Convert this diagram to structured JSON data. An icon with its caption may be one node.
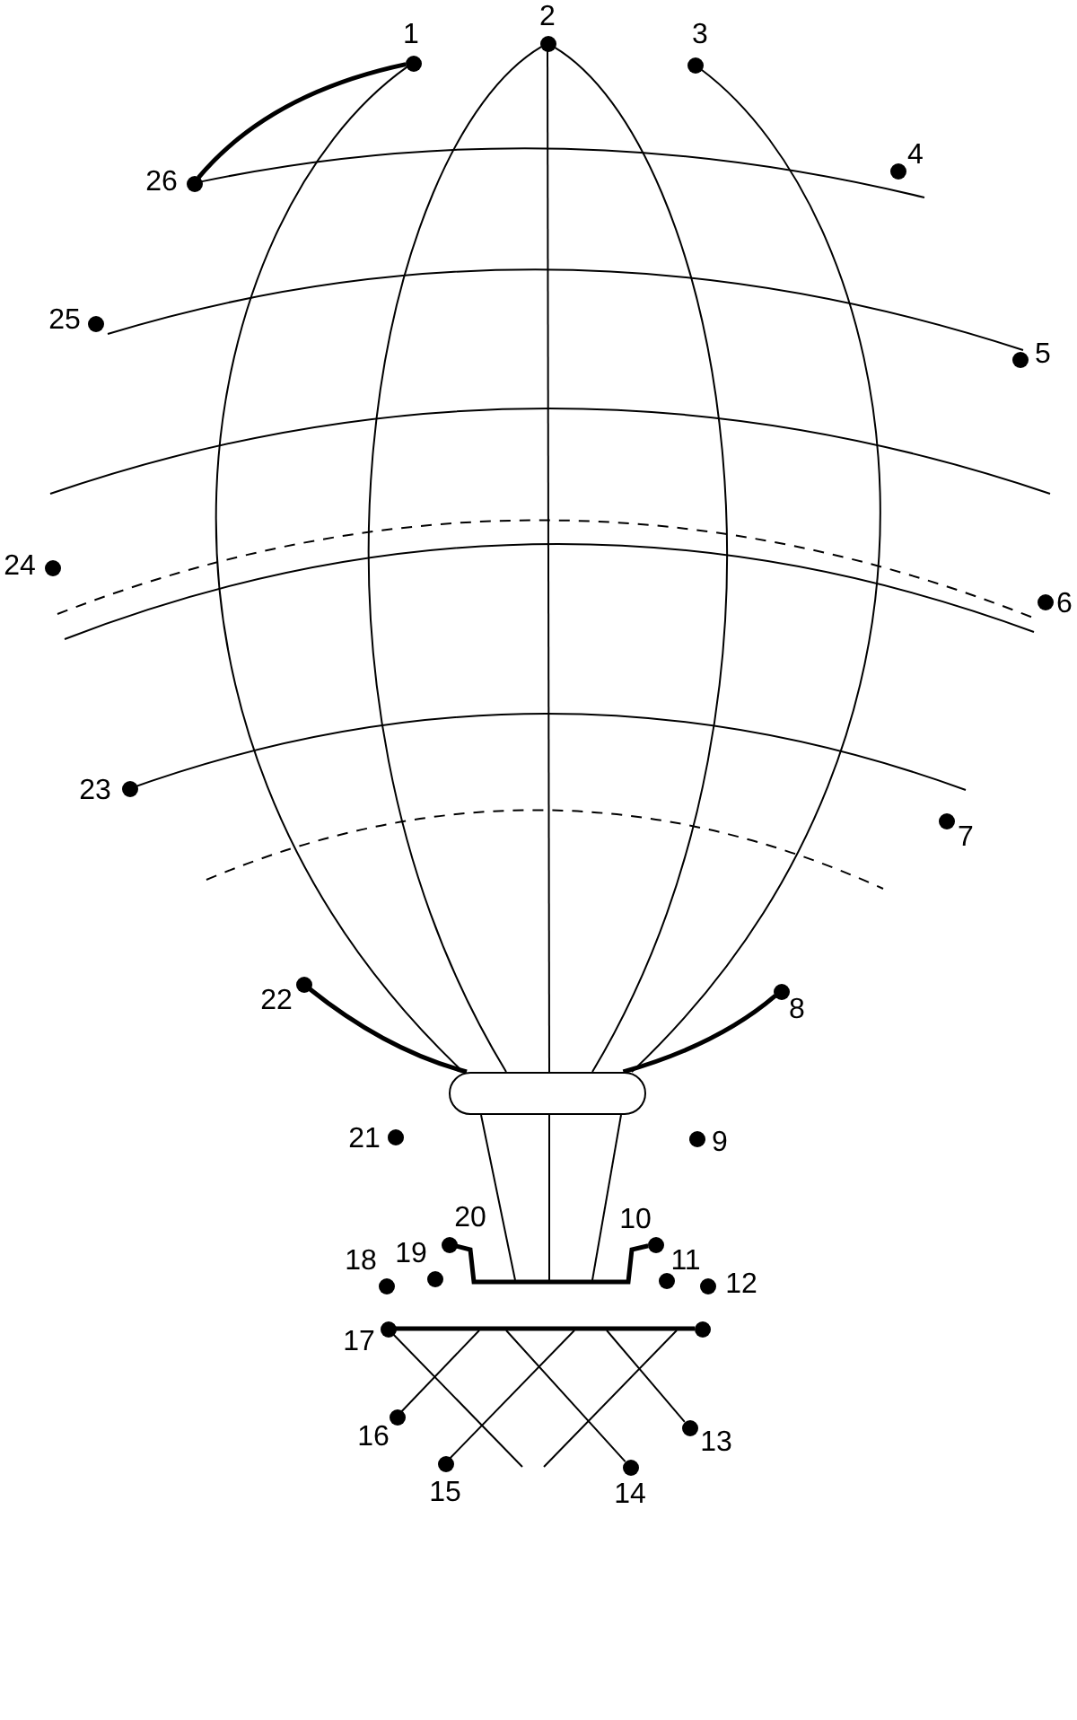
{
  "diagram": {
    "nodes": [
      {
        "text": [],
        "shape": "circle",
        "beside": [
          "1"
        ]
      },
      {
        "text": [],
        "shape": "circle",
        "beside": [
          "2"
        ]
      },
      {
        "text": [],
        "shape": "circle",
        "beside": [
          "3"
        ]
      },
      {
        "text": [],
        "shape": "circle",
        "beside": [
          "4"
        ]
      },
      {
        "text": [],
        "shape": "circle",
        "beside": [
          "5"
        ]
      },
      {
        "text": [],
        "shape": "circle",
        "beside": [
          "6"
        ]
      },
      {
        "text": [],
        "shape": "circle",
        "beside": [
          "7"
        ]
      },
      {
        "text": [],
        "shape": "circle",
        "beside": [
          "8"
        ]
      },
      {
        "text": [],
        "shape": "circle",
        "beside": [
          "9"
        ]
      },
      {
        "text": [],
        "shape": "circle",
        "beside": [
          "10"
        ]
      },
      {
        "text": [],
        "shape": "circle",
        "beside": [
          "11"
        ]
      },
      {
        "text": [],
        "shape": "circle",
        "beside": [
          "12"
        ]
      },
      {
        "text": [],
        "shape": "circle",
        "beside": [
          "13"
        ]
      },
      {
        "text": [],
        "shape": "circle",
        "beside": [
          "14"
        ]
      },
      {
        "text": [],
        "shape": "circle",
        "beside": [
          "15"
        ]
      },
      {
        "text": [],
        "shape": "circle",
        "beside": [
          "16"
        ]
      },
      {
        "text": [],
        "shape": "circle",
        "beside": [
          "17"
        ]
      },
      {
        "text": [],
        "shape": "circle",
        "beside": [
          "18"
        ]
      },
      {
        "text": [],
        "shape": "circle",
        "beside": [
          "19"
        ]
      },
      {
        "text": [],
        "shape": "circle",
        "beside": [
          "20"
        ]
      },
      {
        "text": [],
        "shape": "circle",
        "beside": [
          "21"
        ]
      },
      {
        "text": [],
        "shape": "circle",
        "beside": [
          "22"
        ]
      },
      {
        "text": [],
        "shape": "circle",
        "beside": [
          "23"
        ]
      },
      {
        "text": [],
        "shape": "circle",
        "beside": [
          "24"
        ]
      },
      {
        "text": [],
        "shape": "circle",
        "beside": [
          "25"
        ]
      },
      {
        "text": [],
        "shape": "circle",
        "beside": [
          "26"
        ]
      },
      {
        "text": [],
        "shape": "circle"
      },
      {
        "text": [],
        "shape": "box"
      }
    ],
    "edges": [
      {
        "from": 0,
        "to": 25,
        "arrow": "none",
        "style": "thick"
      },
      {
        "from": 19,
        "to": 9,
        "arrow": "none",
        "style": "thick"
      },
      {
        "from": 16,
        "to": 26,
        "arrow": "none",
        "style": "thick"
      },
      {
        "from": 21,
        "to": 27,
        "arrow": "none",
        "style": "thick"
      },
      {
        "from": 7,
        "to": 27,
        "arrow": "none",
        "style": "thick"
      },
      {
        "from": 0,
        "to": 27,
        "arrow": "none"
      },
      {
        "from": 1,
        "to": 27,
        "arrow": "none"
      },
      {
        "from": 1,
        "to": 27,
        "arrow": "none"
      },
      {
        "from": 1,
        "to": 27,
        "arrow": "none"
      },
      {
        "from": 2,
        "to": 27,
        "arrow": "none"
      },
      {
        "from": 25,
        "to": null,
        "arrow": "none"
      },
      {
        "from": 27,
        "to": null,
        "arrow": "none"
      },
      {
        "from": 27,
        "to": null,
        "arrow": "none"
      },
      {
        "from": 27,
        "to": null,
        "arrow": "none"
      },
      {
        "from": null,
        "to": 15,
        "arrow": "none"
      },
      {
        "from": null,
        "to": 13,
        "arrow": "none"
      },
      {
        "from": null,
        "to": 14,
        "arrow": "none"
      },
      {
        "from": null,
        "to": 12,
        "arrow": "none"
      },
      {
        "from": 16,
        "to": null,
        "arrow": "none"
      }
    ]
  }
}
